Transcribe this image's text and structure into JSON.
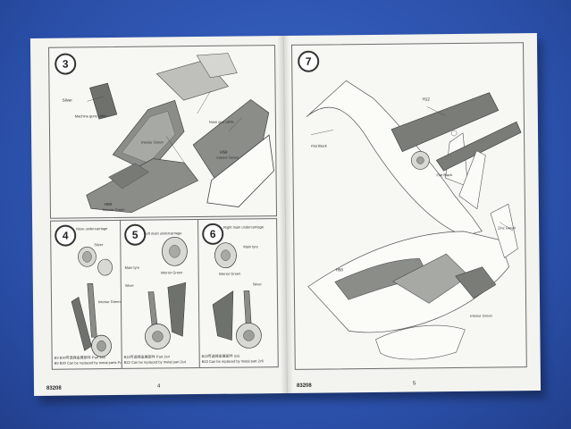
{
  "left_page": {
    "kit_code": "83208",
    "page_number": "4",
    "step3": {
      "number": "3",
      "labels": {
        "machine_gun_cable": "Machine guns cable",
        "nose_gun_cable": "Nose gun cable",
        "interior_green_a": "Interior Green",
        "interior_green_b": "Interior Green",
        "interior_green_c": "Interior Green",
        "silver": "Silver"
      },
      "paint": {
        "h_code": "H58",
        "h_code2": "H58"
      }
    },
    "step4": {
      "number": "4",
      "title": "Nose undercarriage",
      "labels": {
        "silver": "Silver",
        "interior_green": "Interior Green"
      },
      "note_cn": "B9 B30可选择金属部件 Part 2x6",
      "note": "B9 B30 Can be replaced by metal parts Part 2x6"
    },
    "step5": {
      "number": "5",
      "title": "Left main undercarriage",
      "labels": {
        "silver": "Silver",
        "interior_green": "Interior Green",
        "main_tyre": "Main tyre"
      },
      "note_cn": "B22可选择金属部件 Part 2x4",
      "note": "B22 Can be replaced by metal part 2x4"
    },
    "step6": {
      "number": "6",
      "title": "Right main undercarriage",
      "labels": {
        "silver": "Silver",
        "interior_green": "Interior Green",
        "main_tyre": "Main tyre"
      },
      "note_cn": "B23可选择金属部件 2x5",
      "note": "B23 Can be replaced by metal part 2x5"
    }
  },
  "right_page": {
    "kit_code": "83208",
    "page_number": "5",
    "step7": {
      "number": "7",
      "labels": {
        "interior_green": "Interior Green",
        "flat_black_a": "Flat Black",
        "flat_black_b": "Flat Black",
        "zinc_green": "Zinc Green"
      },
      "paint": {
        "h_code": "H58",
        "h_code2": "H12"
      }
    }
  },
  "colors": {
    "background": "#2f58b8",
    "paper": "#f3f3ef",
    "line": "#555555",
    "part_fill": "#8b8d88"
  }
}
